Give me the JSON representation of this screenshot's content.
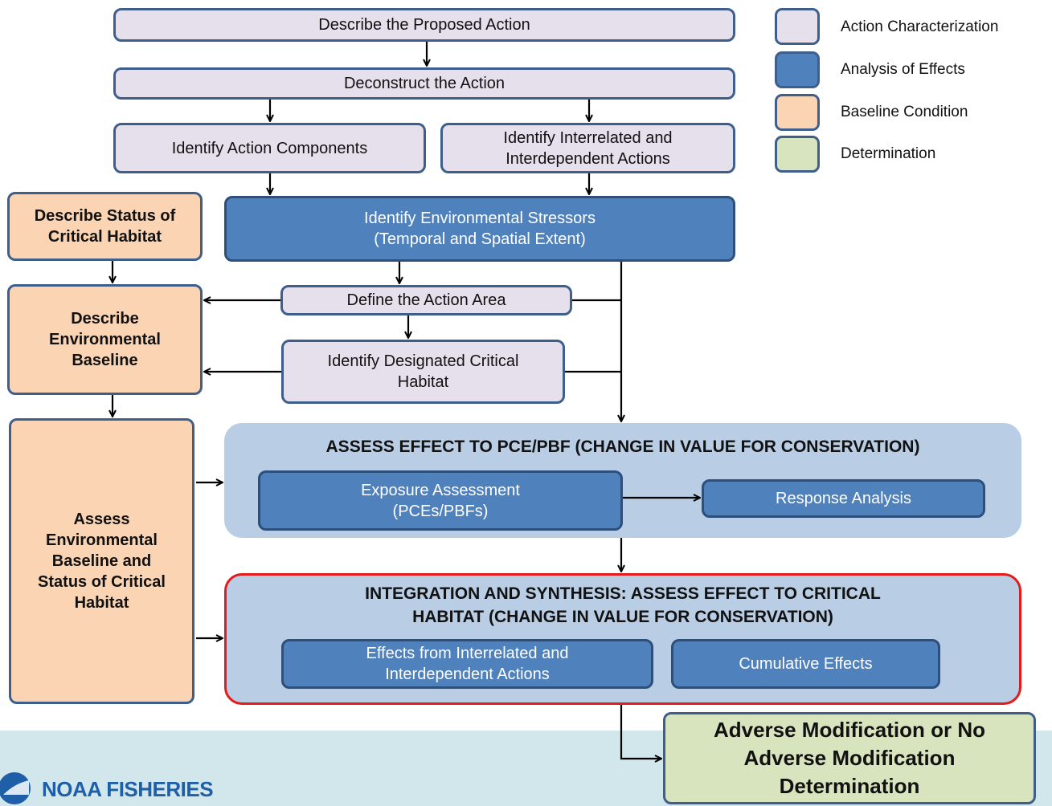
{
  "legend": [
    {
      "label": "Action Characterization",
      "color": "#e6e0ec"
    },
    {
      "label": "Analysis of Effects",
      "color": "#4f81bd"
    },
    {
      "label": "Baseline Condition",
      "color": "#fbd4b4"
    },
    {
      "label": "Determination",
      "color": "#d7e4bd"
    }
  ],
  "boxes": {
    "describe_action": "Describe the Proposed Action",
    "deconstruct": "Deconstruct the Action",
    "components": "Identify Action Components",
    "interrelated": "Identify Interrelated and\nInterdependent Actions",
    "stressors": "Identify Environmental Stressors\n(Temporal and Spatial Extent)",
    "status_ch": "Describe Status of\nCritical Habitat",
    "env_baseline": "Describe\nEnvironmental\nBaseline",
    "action_area": "Define the Action Area",
    "designated_ch": "Identify Designated Critical\nHabitat",
    "assess_baseline": "Assess\nEnvironmental\nBaseline and\nStatus of Critical\nHabitat",
    "exposure": "Exposure Assessment\n(PCEs/PBFs)",
    "response": "Response Analysis",
    "effects_interrelated": "Effects from Interrelated and\nInterdependent Actions",
    "cumulative": "Cumulative Effects",
    "determination": "Adverse Modification or No\nAdverse Modification\nDetermination"
  },
  "panels": {
    "pce_title": "ASSESS EFFECT TO PCE/PBF (CHANGE IN VALUE FOR CONSERVATION)",
    "integration_title": "INTEGRATION AND SYNTHESIS: ASSESS EFFECT TO CRITICAL\nHABITAT (CHANGE IN VALUE FOR CONSERVATION)"
  },
  "logo": {
    "text": "NOAA FISHERIES",
    "icon": "noaa-logo-icon"
  },
  "colors": {
    "integration_border": "#e31b1b",
    "arrow": "#000000",
    "footer_band": "#d2e7ec"
  }
}
